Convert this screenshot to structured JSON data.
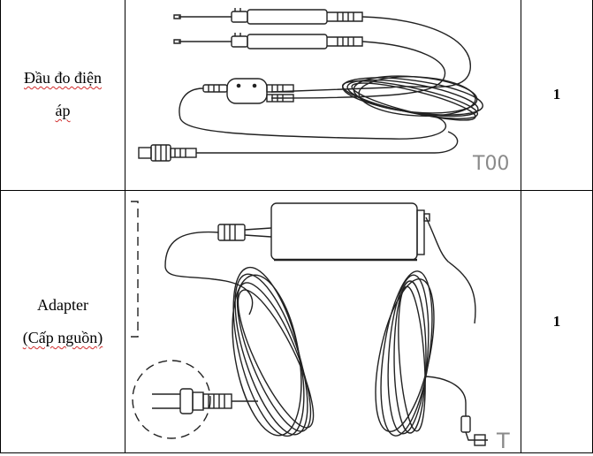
{
  "rows": [
    {
      "name_line1": "Đầu đo điện",
      "name_line2": "áp",
      "quantity": "1",
      "image": {
        "subject": "voltage-probe-leads-icon",
        "code_label": "T00"
      }
    },
    {
      "name_line1": "Adapter",
      "name_line2": "(Cấp nguồn)",
      "quantity": "1",
      "image": {
        "subject": "power-adapter-icon",
        "code_label": "T"
      }
    }
  ],
  "colors": {
    "line": "#222222",
    "label_gray": "#8a8a8a",
    "spellcheck_underline": "#d12b2b"
  }
}
